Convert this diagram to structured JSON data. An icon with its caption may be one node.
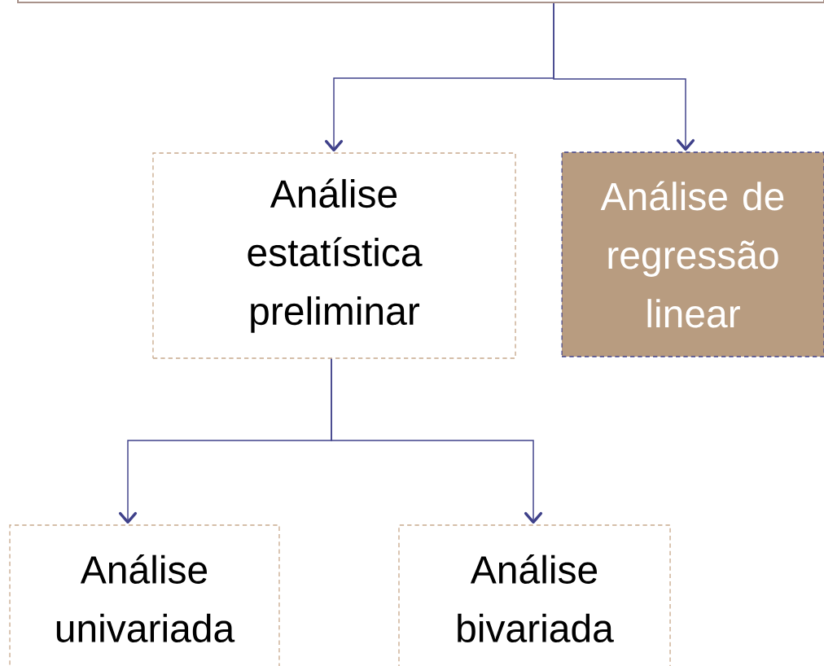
{
  "diagram": {
    "nodes": [
      {
        "text": [],
        "shape": "box"
      },
      {
        "text": [
          "Análise estatística preliminar"
        ]
      },
      {
        "text": [
          "Análise de regressão linear"
        ]
      },
      {
        "text": [
          "Análise univariada"
        ]
      },
      {
        "text": [
          "Análise bivariada"
        ]
      }
    ],
    "edges": [
      {
        "from": 0,
        "to": 1,
        "arrow": "to"
      },
      {
        "from": 0,
        "to": 2,
        "arrow": "to"
      },
      {
        "from": 1,
        "to": 3,
        "arrow": "to"
      },
      {
        "from": 1,
        "to": 4,
        "arrow": "to"
      }
    ]
  }
}
